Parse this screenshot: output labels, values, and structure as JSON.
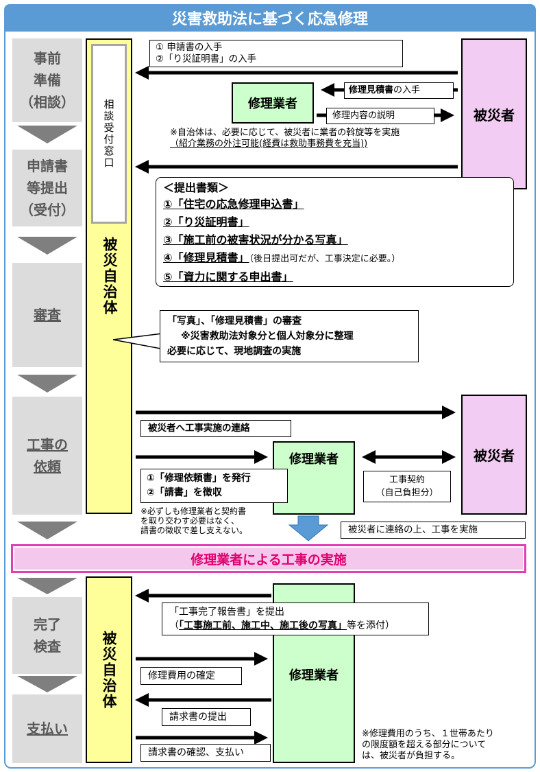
{
  "title": "災害救助法に基づく応急修理",
  "stages": {
    "consult": "事前\n準備\n（相談）",
    "apply": "申請書\n等提出\n（受付）",
    "review": "審査",
    "request": "工事の\n依頼",
    "inspect": "完了\n検査",
    "payment": "支払い"
  },
  "actors": {
    "reception": "相談受付窓口",
    "municipality": "被災自治体",
    "contractor": "修理業者",
    "victim": "被災者"
  },
  "consult_phase": {
    "obtain1": "①  申請書の入手",
    "obtain2": "②「り災証明書」の入手",
    "estimate": "修理見積書",
    "estimate_suffix": "の入手",
    "explain": "修理内容の説明",
    "note1": "※自治体は、必要に応じて、被災者に業者の斡旋等を実施",
    "note2": "（紹介業務の外注可能(経費は救助事務費を充当))"
  },
  "submit_docs": {
    "header": "＜提出書類＞",
    "d1": "①「住宅の応急修理申込書」",
    "d2": "②「り災証明書」",
    "d3": "③「施工前の被害状況が分かる写真」",
    "d4": "④「修理見積書」",
    "d4_note": "（後日提出可だが、工事決定に必要。）",
    "d5": "⑤「資力に関する申出書」"
  },
  "review_box": {
    "line1": "「写真」、「修理見積書」の審査",
    "line2": "※災害救助法対象分と個人対象分に整理",
    "line3": "必要に応じて、現地調査の実施"
  },
  "request_phase": {
    "notify": "被災者へ工事実施の連絡",
    "order1": "①「修理依頼書」を発行",
    "order2": "②「請書」を徴収",
    "contract1": "工事契約",
    "contract2": "（自己負担分）",
    "note": "※必ずしも修理業者と契約書\n  を取り交わす必要はなく、\n  請書の徴収で差し支えない。",
    "execute": "被災者に連絡の上、工事を実施"
  },
  "execution_banner": "修理業者による工事の実施",
  "completion_phase": {
    "report1": "「工事完了報告書」を提出",
    "report2_open": "（",
    "report2_bold": "「工事施工前、施工中、施工後の写真」",
    "report2_close": "等を添付）",
    "confirm_cost": "修理費用の確定",
    "invoice": "請求書の提出",
    "pay": "請求書の確認、支払い",
    "note": "※修理費用のうち、１世帯あたり\n  の限度額を超える部分について\n  は、被災者が負担する。"
  },
  "colors": {
    "title_bg": "#5b9bd5",
    "stage_bg": "#dcdcdc",
    "municipality": "#ffff99",
    "victim": "#f2ccf2",
    "contractor": "#ccffcc",
    "banner_border": "#e03fb0",
    "down_arrow": "#5b9bd5"
  }
}
